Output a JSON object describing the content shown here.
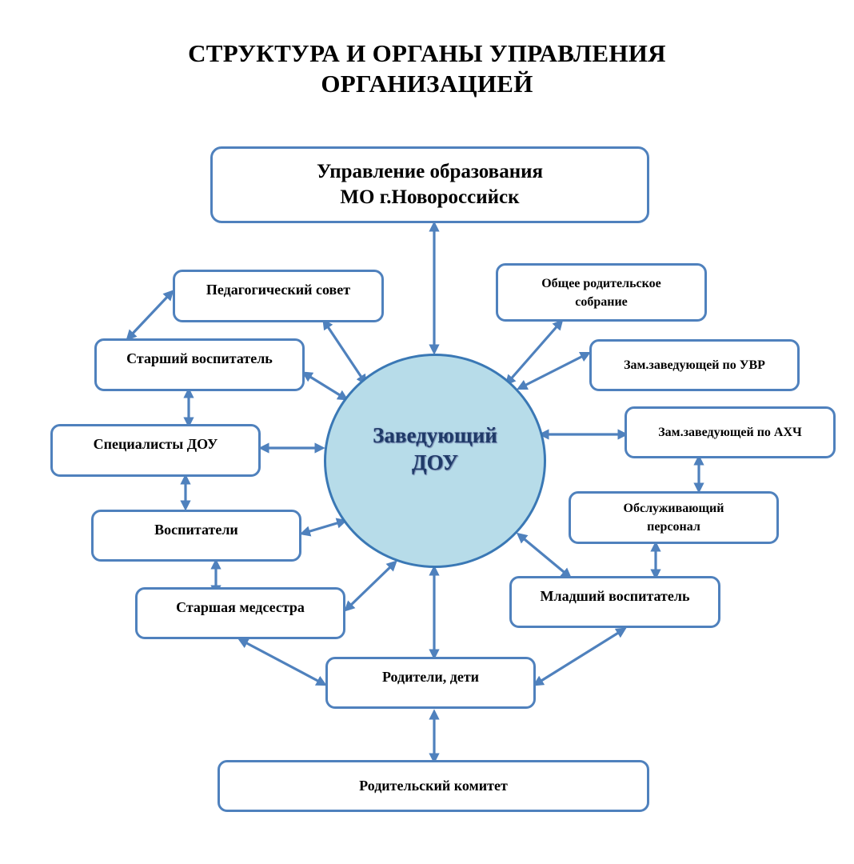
{
  "title": {
    "line1": "СТРУКТУРА И ОРГАНЫ УПРАВЛЕНИЯ",
    "line2": "ОРГАНИЗАЦИЕЙ"
  },
  "center": {
    "line1": "Заведующий",
    "line2": "ДОУ"
  },
  "nodes": {
    "education_dept": {
      "line1": "Управление образования",
      "line2": "МО г.Новороссийск"
    },
    "pedagogical_council": "Педагогический совет",
    "general_parent_meeting": {
      "line1": "Общее родительское",
      "line2": "собрание"
    },
    "senior_educator": "Старший воспитатель",
    "deputy_uvr": "Зам.заведующей по УВР",
    "dou_specialists": "Специалисты ДОУ",
    "deputy_ahch": "Зам.заведующей по АХЧ",
    "service_staff": {
      "line1": "Обслуживающий",
      "line2": "персонал"
    },
    "educators": "Воспитатели",
    "head_nurse": "Старшая медсестра",
    "junior_educator": "Младший воспитатель",
    "parents_children": "Родители, дети",
    "parent_committee": "Родительский комитет"
  },
  "colors": {
    "box_border": "#4f81bd",
    "arrow": "#4f81bd",
    "center_fill": "#b7dce9",
    "center_text": "#1f3a68"
  }
}
